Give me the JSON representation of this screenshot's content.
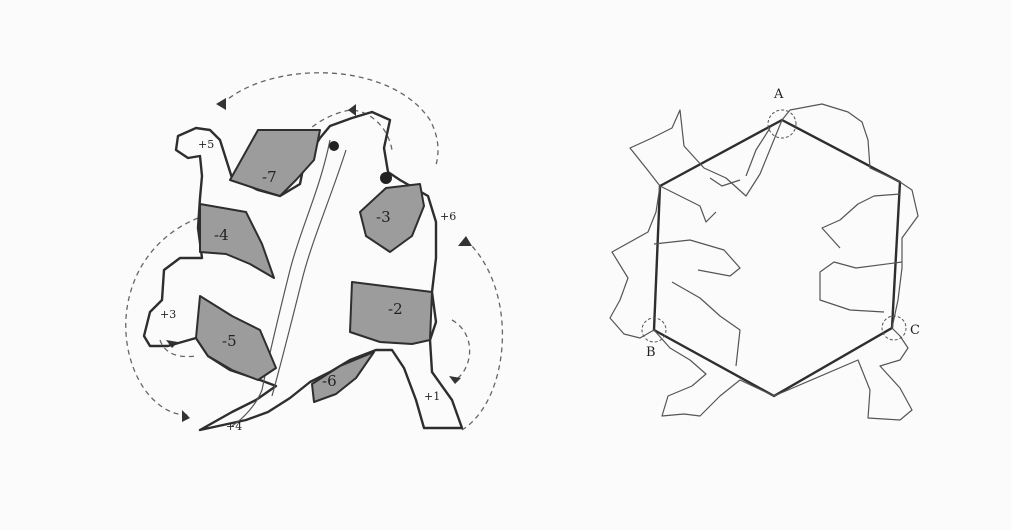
{
  "left_figure": {
    "shaded_labels": [
      "-7",
      "-3",
      "-4",
      "-2",
      "-5",
      "-6"
    ],
    "outer_labels": [
      "+5",
      "+6",
      "+3",
      "+1",
      "+4"
    ]
  },
  "right_figure": {
    "vertex_labels": [
      "A",
      "B",
      "C"
    ]
  }
}
